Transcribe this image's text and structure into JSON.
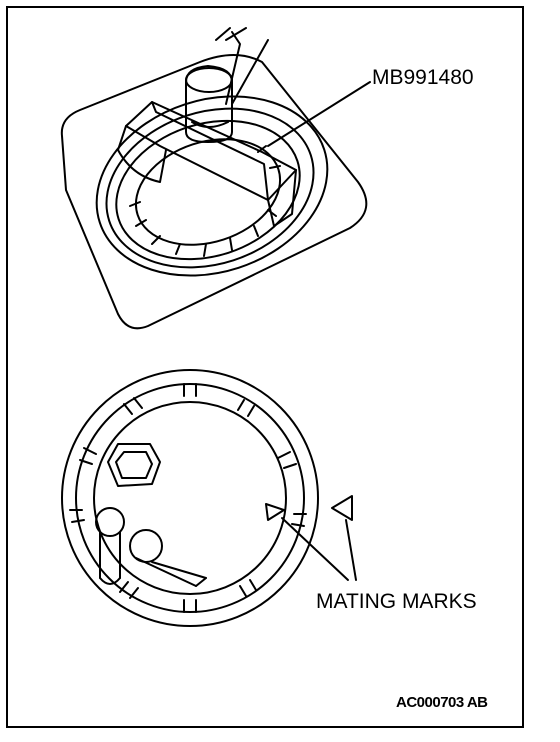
{
  "labels": {
    "tool": "MB991480",
    "mating_marks": "MATING MARKS",
    "figure_id": "AC000703 AB"
  },
  "colors": {
    "line": "#000000",
    "background": "#ffffff"
  }
}
